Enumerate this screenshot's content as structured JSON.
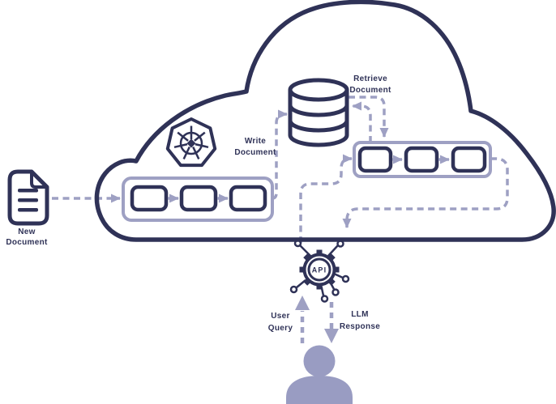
{
  "colors": {
    "primary": "#2F3257",
    "secondary": "#9EA0C3",
    "person_fill": "#999CC2",
    "background": "#FFFFFF"
  },
  "labels": {
    "new_document": [
      "New",
      "Document"
    ],
    "write_document": [
      "Write",
      "Document"
    ],
    "retrieve_document": [
      "Retrieve",
      "Document"
    ],
    "user_query": [
      "User",
      "Query"
    ],
    "llm_response": [
      "LLM",
      "Response"
    ],
    "api_badge": "API"
  },
  "structure": {
    "ingestion_pipeline_stages": 3,
    "retrieval_pipeline_stages": 3,
    "database_disc_count": 3
  },
  "icons": [
    "new-document-icon",
    "kubernetes-icon",
    "database-icon",
    "api-gear-icon",
    "user-icon"
  ]
}
